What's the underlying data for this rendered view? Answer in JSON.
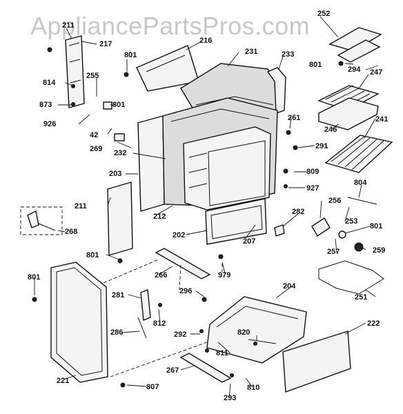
{
  "watermark": "AppliancePartsPros.com",
  "labels": {
    "l252": "252",
    "l211a": "211",
    "l217": "217",
    "l216": "216",
    "l801a": "801",
    "l231": "231",
    "l233": "233",
    "l801b": "801",
    "l294": "294",
    "l247": "247",
    "l814": "814",
    "l255": "255",
    "l801c": "801",
    "l873": "873",
    "l926": "926",
    "l42": "42",
    "l261": "261",
    "l246": "246",
    "l241": "241",
    "l269": "269",
    "l232": "232",
    "l291": "291",
    "l203": "203",
    "l809": "809",
    "l927": "927",
    "l804": "804",
    "l211b": "211",
    "l282": "282",
    "l256": "256",
    "l268": "268",
    "l212": "212",
    "l253": "253",
    "l801d": "801",
    "l202": "202",
    "l207": "207",
    "l257": "257",
    "l259": "259",
    "l801e": "801",
    "l266": "266",
    "l979": "979",
    "l801f": "801",
    "l296": "296",
    "l251": "251",
    "l204": "204",
    "l281": "281",
    "l812": "812",
    "l222": "222",
    "l286": "286",
    "l292": "292",
    "l820": "820",
    "l811": "811",
    "l267": "267",
    "l810": "810",
    "l221": "221",
    "l807": "807",
    "l293": "293"
  }
}
